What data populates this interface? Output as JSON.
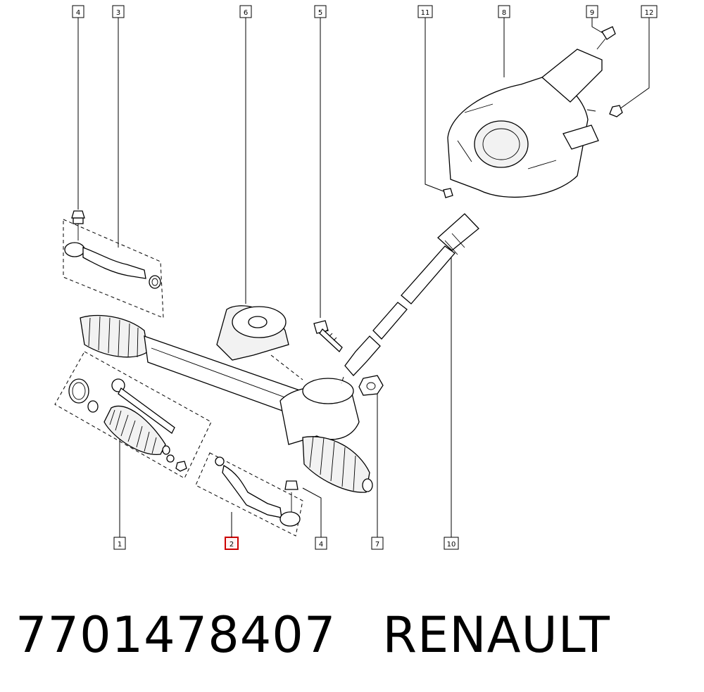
{
  "callouts": {
    "c1": "1",
    "c2": "2",
    "c3": "3",
    "c4a": "4",
    "c4b": "4",
    "c5": "5",
    "c6": "6",
    "c7": "7",
    "c8": "8",
    "c9": "9",
    "c10": "10",
    "c11": "11",
    "c12": "12"
  },
  "highlight": {
    "callout": "2",
    "color": "#cc0000"
  },
  "caption": {
    "part_number": "7701478407",
    "brand": "RENAULT"
  }
}
